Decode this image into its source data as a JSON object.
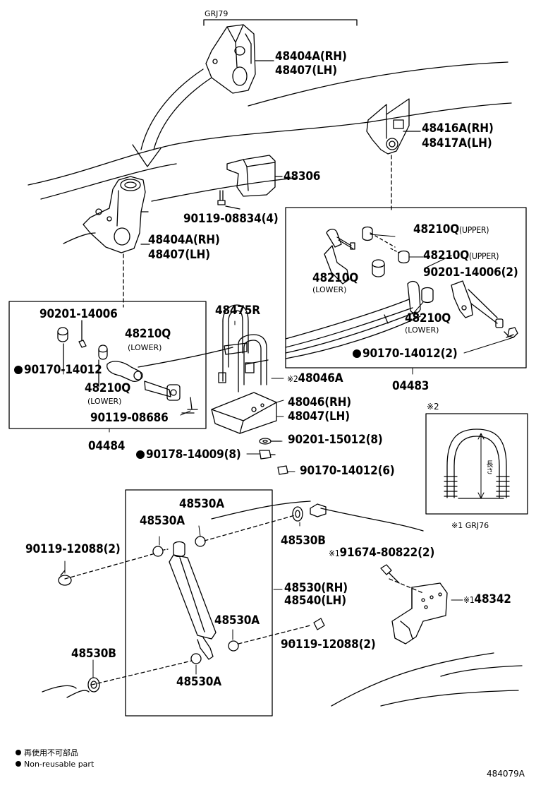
{
  "labels": {
    "grj79": "GRJ79",
    "p48404a_rh_top": "48404A(RH)",
    "p48407_lh_top": "48407(LH)",
    "p48416a_rh": "48416A(RH)",
    "p48417a_lh": "48417A(LH)",
    "p48306": "48306",
    "p90119_08834": "90119-08834(4)",
    "p48404a_rh": "48404A(RH)",
    "p48407_lh": "48407(LH)",
    "p48210q_upper_1": "48210Q",
    "upper_1": "(UPPER)",
    "p48210q_upper_2": "48210Q",
    "upper_2": "(UPPER)",
    "p48210q_lower_r1": "48210Q",
    "lower_r1": "(LOWER)",
    "p90201_14006_2": "90201-14006(2)",
    "p48210q_lower_r2": "48210Q",
    "lower_r2": "(LOWER)",
    "p90170_14012_2": "90170-14012(2)",
    "p04483": "04483",
    "p90201_14006": "90201-14006",
    "p48475r": "48475R",
    "p48210q_lower_l1": "48210Q",
    "lower_l1": "(LOWER)",
    "p90170_14012": "90170-14012",
    "p48210q_lower_l2": "48210Q",
    "lower_l2": "(LOWER)",
    "p90119_08686": "90119-08686",
    "p04484": "04484",
    "note2_mark": "※2",
    "p48046a": "48046A",
    "p48046_rh": "48046(RH)",
    "p48047_lh": "48047(LH)",
    "p90201_15012": "90201-15012(8)",
    "p90178_14009": "90178-14009(8)",
    "p90170_14012_6": "90170-14012(6)",
    "inset_title": "※2",
    "inset_dim": "長さ",
    "inset_caption": "※1 GRJ76",
    "p48530a_1": "48530A",
    "p48530a_2": "48530A",
    "p48530b_1": "48530B",
    "p90119_12088_1": "90119-12088(2)",
    "note1_mark": "※1",
    "p91674": "91674-80822(2)",
    "p48530_rh": "48530(RH)",
    "p48540_lh": "48540(LH)",
    "note1_mark_b": "※1",
    "p48342": "48342",
    "p48530a_3": "48530A",
    "p90119_12088_2": "90119-12088(2)",
    "p48530b_2": "48530B",
    "p48530a_4": "48530A"
  },
  "legend": {
    "jp": "再使用不可部品",
    "en": "Non-reusable part"
  },
  "figure_id": "484079A"
}
